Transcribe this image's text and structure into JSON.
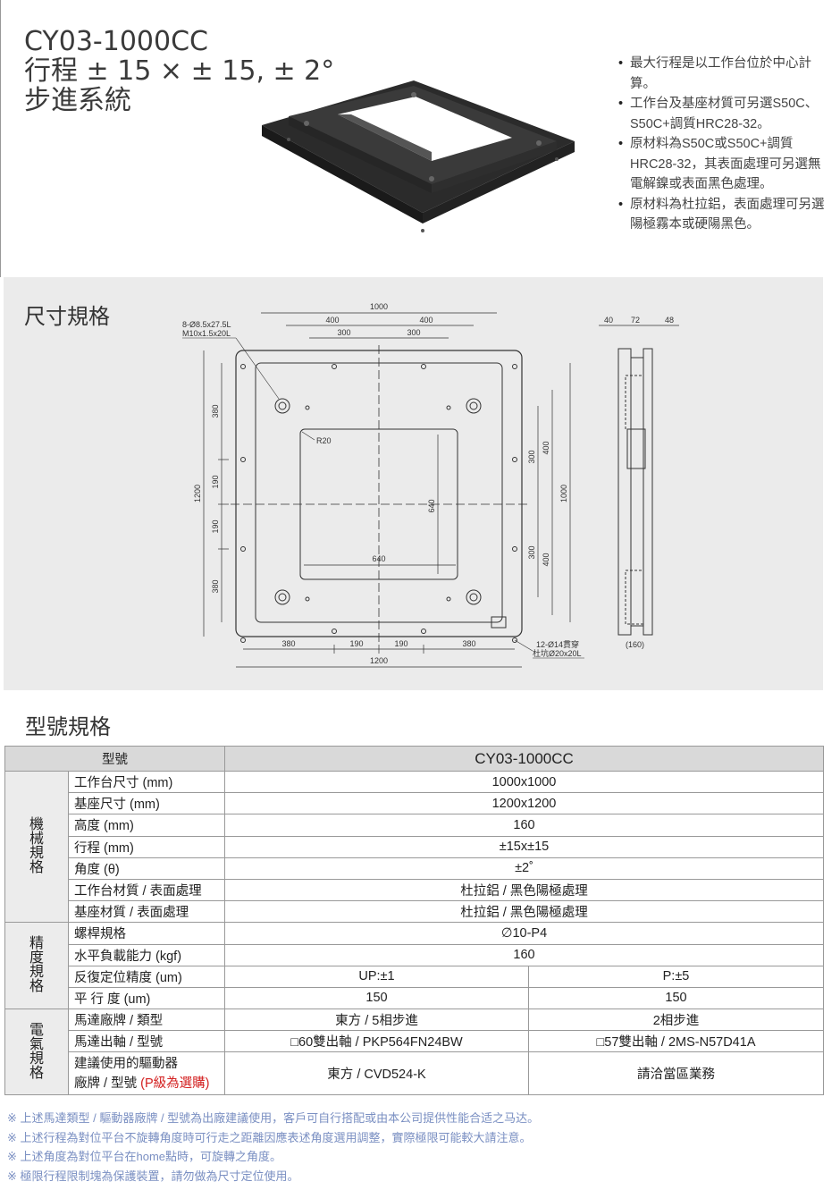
{
  "header": {
    "title_lines": [
      "CY03-1000CC",
      "行程 ± 15 × ± 15, ± 2°",
      "步進系統"
    ],
    "bullets": [
      "最大行程是以工作台位於中心計算。",
      "工作台及基座材質可另選S50C、S50C+調質HRC28-32。",
      "原材料為S50C或S50C+調質HRC28-32，其表面處理可另選無電解鎳或表面黑色處理。",
      "原材料為杜拉鋁，表面處理可另選陽極霧本或硬陽黑色。"
    ]
  },
  "dimensions": {
    "title": "尺寸規格",
    "labels": {
      "top_1000": "1000",
      "top_400a": "400",
      "top_400b": "400",
      "top_300a": "300",
      "top_300b": "300",
      "hole_spec_1": "8-Ø8.5x27.5L",
      "hole_spec_2": "M10x1.5x20L",
      "r20": "R20",
      "inner_640_v": "640",
      "inner_640_h": "640",
      "left_1200": "1200",
      "left_380a": "380",
      "left_190a": "190",
      "left_190b": "190",
      "left_380b": "380",
      "right_300a": "300",
      "right_300b": "300",
      "right_400a": "400",
      "right_400b": "400",
      "right_1000": "1000",
      "bottom_380a": "380",
      "bottom_190a": "190",
      "bottom_190b": "190",
      "bottom_380b": "380",
      "bottom_1200": "1200",
      "through_1": "12-Ø14貫穿",
      "through_2": "杜坑Ø20x20L",
      "side_40": "40",
      "side_72": "72",
      "side_48": "48",
      "side_160": "(160)"
    }
  },
  "specs": {
    "title": "型號規格",
    "header_label": "型號",
    "header_model": "CY03-1000CC",
    "groups": [
      {
        "name": "機械規格",
        "rows": [
          {
            "label": "工作台尺寸 (mm)",
            "values": [
              "1000x1000"
            ]
          },
          {
            "label": "基座尺寸 (mm)",
            "values": [
              "1200x1200"
            ]
          },
          {
            "label": "高度 (mm)",
            "values": [
              "160"
            ]
          },
          {
            "label": "行程 (mm)",
            "values": [
              "±15x±15"
            ]
          },
          {
            "label": "角度 (θ)",
            "values": [
              "±2˚"
            ]
          },
          {
            "label": "工作台材質 / 表面處理",
            "values": [
              "杜拉鋁 / 黑色陽極處理"
            ]
          },
          {
            "label": "基座材質 / 表面處理",
            "values": [
              "杜拉鋁 / 黑色陽極處理"
            ]
          }
        ]
      },
      {
        "name": "精度規格",
        "rows": [
          {
            "label": "螺桿規格",
            "values": [
              "∅10-P4"
            ]
          },
          {
            "label": "水平負載能力 (kgf)",
            "values": [
              "160"
            ]
          },
          {
            "label": "反復定位精度 (um)",
            "values": [
              "UP:±1",
              "P:±5"
            ]
          },
          {
            "label": "平 行 度 (um)",
            "values": [
              "150",
              "150"
            ]
          }
        ]
      },
      {
        "name": "電氣規格",
        "rows": [
          {
            "label": "馬達廠牌 / 類型",
            "values": [
              "東方 / 5相步進",
              "2相步進"
            ]
          },
          {
            "label": "馬達出軸 / 型號",
            "values": [
              "□60雙出軸 / PKP564FN24BW",
              "□57雙出軸 / 2MS-N57D41A"
            ]
          },
          {
            "label_line1": "建議使用的驅動器",
            "label_line2": "廠牌 / 型號",
            "label_red": "(P級為選購)",
            "values": [
              "東方 / CVD524-K",
              "請洽當區業務"
            ]
          }
        ]
      }
    ]
  },
  "notes": [
    "※ 上述馬達類型 / 驅動器廠牌 / 型號為出廠建議使用，客戶可自行搭配或由本公司提供性能合适之马达。",
    "※ 上述行程為對位平台不旋轉角度時可行走之距離因應表述角度選用調整，實際極限可能較大請注意。",
    "※ 上述角度為對位平台在home點時，可旋轉之角度。",
    "※ 極限行程限制塊為保護裝置，請勿做為尺寸定位使用。"
  ]
}
